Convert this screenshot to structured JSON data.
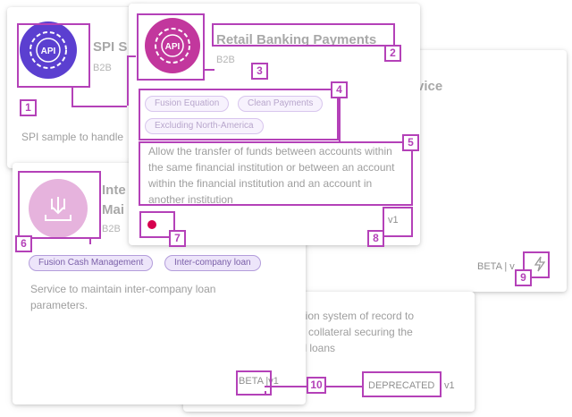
{
  "cards": {
    "spi": {
      "title": "SPI S",
      "category": "B2B",
      "description": "SPI sample to handle"
    },
    "service_right": {
      "title_fragment": "vice",
      "status": "BETA",
      "separator": "|",
      "version_fragment": "v"
    },
    "intercompany": {
      "title_line1": "Inte",
      "title_line2": "Mai",
      "category": "B2B",
      "tags": [
        "Fusion Cash Management",
        "Inter-company loan"
      ],
      "description": "Service to maintain inter-company loan parameters.",
      "status": "BETA",
      "separator": "|",
      "version": "v1"
    },
    "collateral": {
      "description_line1": "nation system of record to",
      "description_line2": "the collateral securing the",
      "description_line3": "cial loans",
      "status": "DEPRECATED",
      "version": "v1"
    },
    "retail": {
      "title": "Retail Banking Payments",
      "category": "B2B",
      "tags": [
        "Fusion Equation",
        "Clean Payments",
        "Excluding North-America"
      ],
      "description": "Allow the transfer of funds between accounts within the same financial institution or between an account within the financial institution and an account in another institution",
      "version": "v1"
    }
  },
  "icons": {
    "api_text": "API"
  },
  "annotations": [
    "1",
    "2",
    "3",
    "4",
    "5",
    "6",
    "7",
    "8",
    "9",
    "10"
  ],
  "colors": {
    "annotation": "#b441b8",
    "spi_icon": "#5b3fd0",
    "retail_icon": "#c2379d",
    "interco_icon": "#e6b3dd",
    "status_dot": "#d6004e"
  }
}
